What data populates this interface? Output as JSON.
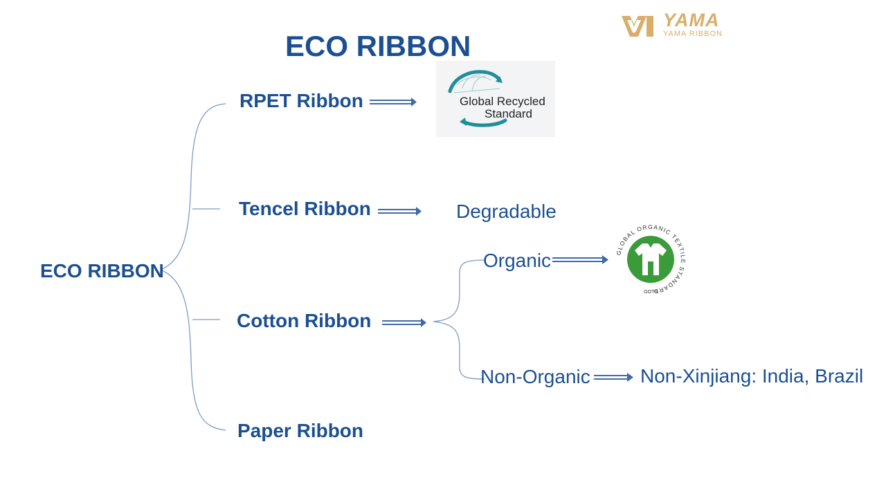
{
  "title": "ECO RIBBON",
  "brand": {
    "name": "YAMA",
    "subtitle": "YAMA RIBBON",
    "color": "#d9ad6a"
  },
  "diagram": {
    "root": "ECO RIBBON",
    "branches": {
      "rpet": {
        "label": "RPET Ribbon",
        "certification_logo": "Global Recycled Standard"
      },
      "tencel": {
        "label": "Tencel Ribbon",
        "result": "Degradable"
      },
      "cotton": {
        "label": "Cotton Ribbon",
        "organic": {
          "label": "Organic",
          "certification_logo": "GLOBAL ORGANIC TEXTILE STANDARD",
          "logo_abbrev": "GOTS"
        },
        "non_organic": {
          "label": "Non-Organic",
          "result": "Non-Xinjiang: India, Brazil"
        }
      },
      "paper": {
        "label": "Paper Ribbon"
      }
    }
  },
  "logos": {
    "grs": {
      "line1": "Global Recycled",
      "line2": "Standard"
    },
    "gots": {
      "ring_text": "GLOBAL ORGANIC TEXTILE STANDARD",
      "abbrev": "GOTS"
    }
  },
  "colors": {
    "text_primary": "#1b4f91",
    "connector": "#7a9cc6",
    "arrow": "#3f6aa6",
    "gots_green": "#3b9a3a",
    "grs_teal": "#1e8f9a"
  }
}
